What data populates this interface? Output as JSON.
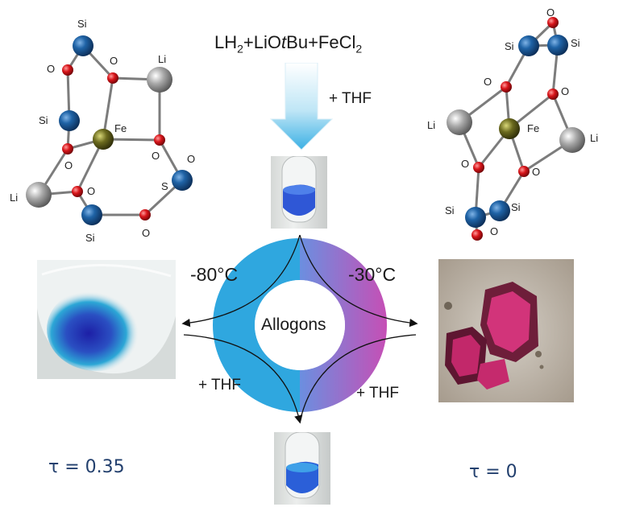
{
  "reaction": {
    "reagent_lh": "LH",
    "reagent_lh_sub": "2",
    "reagent_plus1": "+LiO",
    "reagent_tbu_t": "t",
    "reagent_tbu_bu": "Bu",
    "reagent_plus2": "+FeCl",
    "reagent_fecl_sub": "2",
    "solvent_top": "+ THF"
  },
  "cycle": {
    "center_label": "Allogons",
    "temp_left": "-80°C",
    "temp_right": "-30°C",
    "solvent_left": "+ THF",
    "solvent_right": "+ THF",
    "color_left": "#2fa7df",
    "color_right_start": "#5f8fe0",
    "color_right_end": "#c452b6"
  },
  "tau": {
    "left": "τ = 0.35",
    "right": "τ = 0"
  },
  "left_structure": {
    "atoms": [
      "Si",
      "O",
      "O",
      "Li",
      "Si",
      "Fe",
      "O",
      "O",
      "O",
      "Li",
      "O",
      "S",
      "O",
      "Si"
    ]
  },
  "right_structure": {
    "atoms": [
      "O",
      "Si",
      "Si",
      "O",
      "O",
      "Li",
      "Fe",
      "Li",
      "O",
      "O",
      "Si",
      "Si",
      "O"
    ]
  },
  "colors": {
    "silicon": "#1f63a6",
    "oxygen": "#d8151a",
    "lithium": "#9a9a9a",
    "iron": "#6b6a1e",
    "tau_text": "#23406e"
  }
}
